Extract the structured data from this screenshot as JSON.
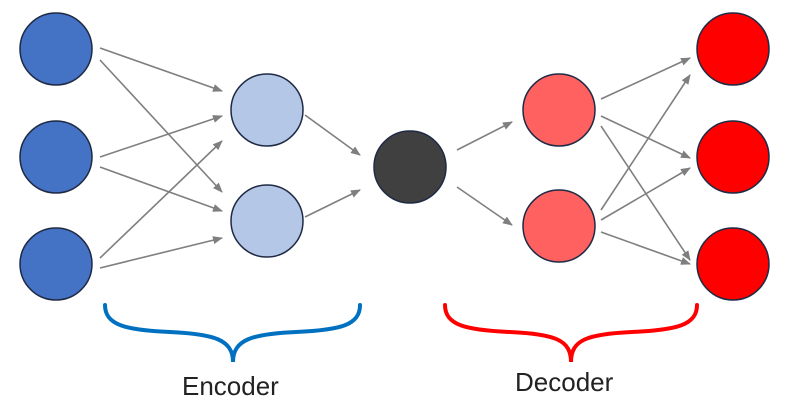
{
  "labels": {
    "encoder": "Encoder",
    "decoder": "Decoder"
  },
  "colors": {
    "input_node": "#4472C4",
    "hidden_encoder_node": "#B4C7E7",
    "bottleneck_node": "#404040",
    "hidden_decoder_node": "#FF6161",
    "output_node": "#FF0000",
    "node_stroke": "#1F2A44",
    "arrow": "#7F7F7F",
    "encoder_brace": "#0070C0",
    "decoder_brace": "#FF0000"
  },
  "layers": [
    {
      "name": "input",
      "count": 3,
      "color_key": "input_node"
    },
    {
      "name": "encoder-hidden",
      "count": 2,
      "color_key": "hidden_encoder_node"
    },
    {
      "name": "bottleneck",
      "count": 1,
      "color_key": "bottleneck_node"
    },
    {
      "name": "decoder-hidden",
      "count": 2,
      "color_key": "hidden_decoder_node"
    },
    {
      "name": "output",
      "count": 3,
      "color_key": "output_node"
    }
  ]
}
